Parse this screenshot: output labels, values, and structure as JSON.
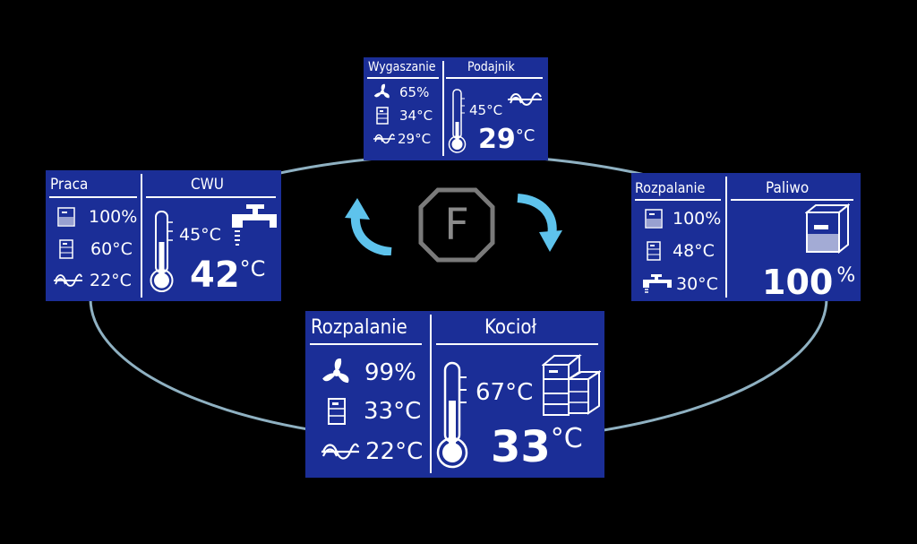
{
  "colors": {
    "panel_bg": "#1b2e97",
    "background": "#000000",
    "ring": "#8fb1c2",
    "arrow": "#5ec3ec",
    "f_button": "#7a7a7a"
  },
  "center": {
    "button_label": "F"
  },
  "top": {
    "mode": "Wygaszanie",
    "title": "Podajnik",
    "fan": "65%",
    "boiler": "34°C",
    "feeder_temp": "29°C",
    "set_temp": "45°C",
    "current_value": "29",
    "current_unit": "°C"
  },
  "left": {
    "mode": "Praca",
    "title": "CWU",
    "fuel": "100%",
    "boiler": "60°C",
    "feeder_temp": "22°C",
    "set_temp": "45°C",
    "current_value": "42",
    "current_unit": "°C"
  },
  "right": {
    "mode": "Rozpalanie",
    "title": "Paliwo",
    "fuel": "100%",
    "boiler": "48°C",
    "tap_temp": "30°C",
    "current_value": "100",
    "current_unit": "%"
  },
  "bottom": {
    "mode": "Rozpalanie",
    "title": "Kocioł",
    "fan": "99%",
    "boiler": "33°C",
    "feeder_temp": "22°C",
    "set_temp": "67°C",
    "current_value": "33",
    "current_unit": "°C"
  }
}
